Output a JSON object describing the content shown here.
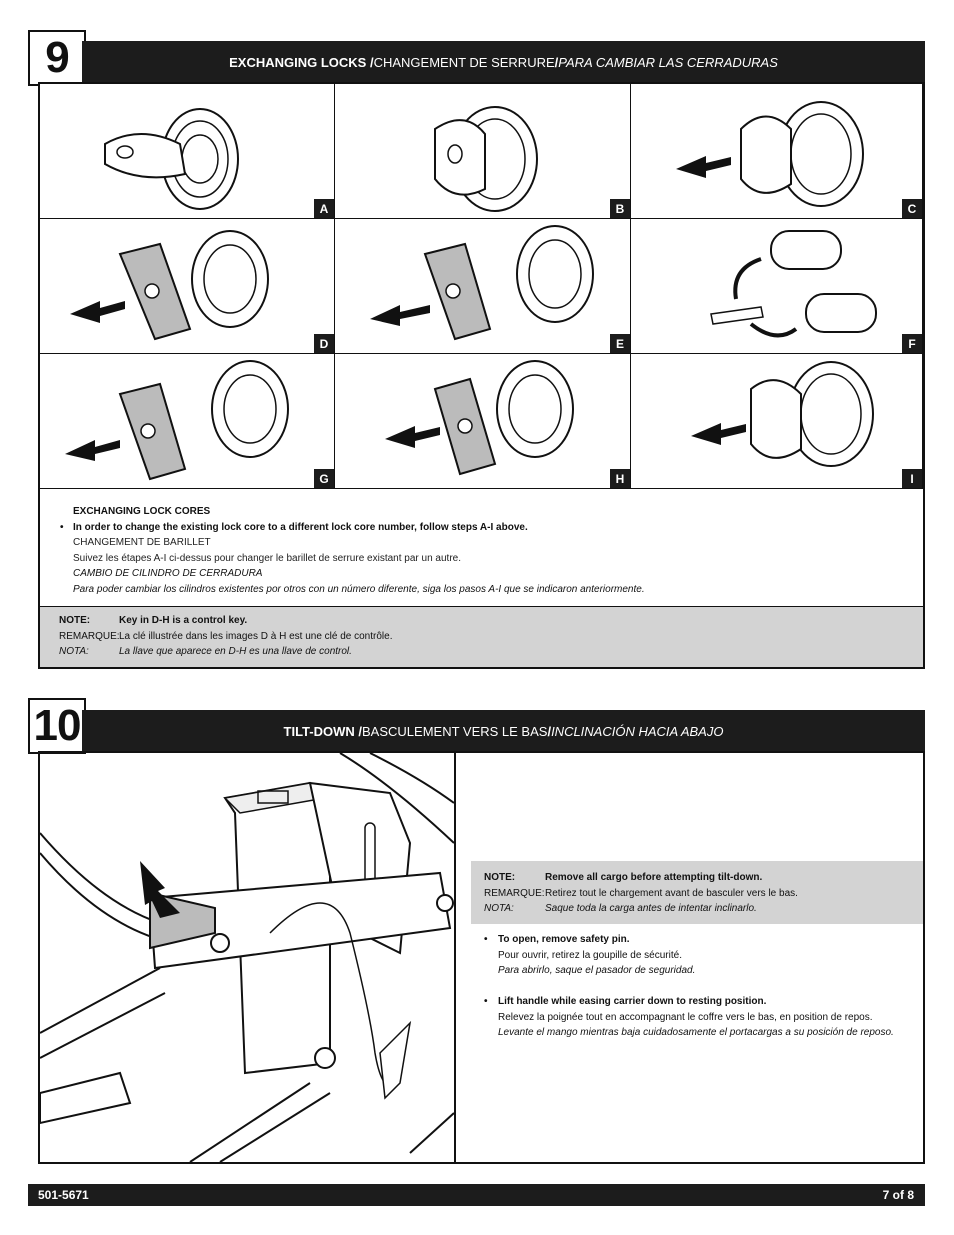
{
  "step9": {
    "number": "9",
    "title_en": "EXCHANGING LOCKS /",
    "title_fr": " CHANGEMENT DE SERRURE ",
    "title_sep": "/",
    "title_es": " PARA CAMBIAR LAS CERRADURAS",
    "panels": [
      "A",
      "B",
      "C",
      "D",
      "E",
      "F",
      "G",
      "H",
      "I"
    ],
    "cores_heading": "EXCHANGING LOCK CORES",
    "bullet": "•",
    "instruction_en": "In order to change the existing lock core to a different lock core number, follow steps A-I above.",
    "heading_fr": "CHANGEMENT DE BARILLET",
    "instruction_fr": "Suivez les étapes A-I ci-dessus pour changer le barillet de serrure existant par un autre.",
    "heading_es": "CAMBIO DE CILINDRO DE CERRADURA",
    "instruction_es": "Para poder cambiar los cilindros existentes por otros con un número diferente, siga los pasos A-I que se indicaron anteriormente.",
    "note": {
      "label_en": "NOTE:",
      "text_en": "Key in D-H is a control key.",
      "label_fr": "REMARQUE:",
      "text_fr": "La clé illustrée dans les images D à H est une clé de contrôle.",
      "label_es": "NOTA:",
      "text_es": "La llave que aparece en D-H es una llave de control."
    }
  },
  "step10": {
    "number": "10",
    "title_en": "TILT-DOWN /",
    "title_fr": " BASCULEMENT VERS LE BAS ",
    "title_sep": "/",
    "title_es": " INCLINACIÓN HACIA ABAJO",
    "note": {
      "label_en": "NOTE:",
      "text_en": "Remove all cargo before attempting tilt-down.",
      "label_fr": "REMARQUE:",
      "text_fr": "Retirez tout le chargement avant de basculer vers le bas.",
      "label_es": "NOTA:",
      "text_es": "Saque toda la carga antes de intentar inclinarlo."
    },
    "bullets": [
      {
        "en": "To open, remove safety pin.",
        "fr": "Pour ouvrir, retirez la goupille de sécurité.",
        "es": "Para abrirlo, saque el pasador de seguridad."
      },
      {
        "en": "Lift handle while easing carrier down to resting position.",
        "fr": "Relevez la poignée tout en accompagnant le coffre vers le bas, en position de repos.",
        "es": "Levante el mango mientras baja cuidadosamente el portacargas a su posición de reposo."
      }
    ]
  },
  "footer": {
    "part_number": "501-5671",
    "page": "7 of 8"
  }
}
